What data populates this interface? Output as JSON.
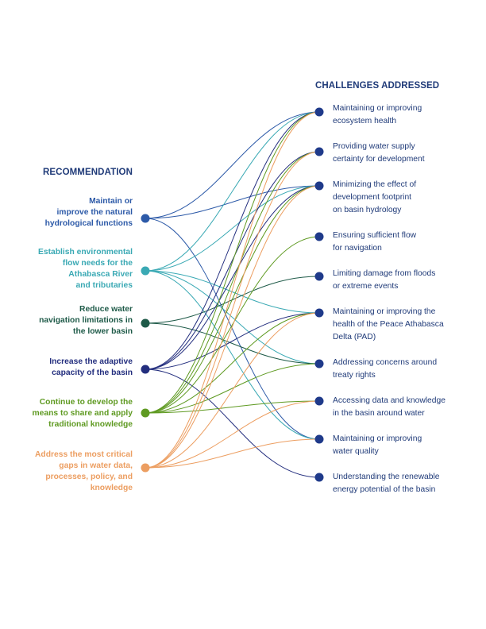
{
  "headers": {
    "recommendation": "RECOMMENDATION",
    "challenges": "CHALLENGES ADDRESSED"
  },
  "recommendations": [
    {
      "label": "Maintain or\nimprove the natural\nhydrological functions",
      "color": "#2d5aa8"
    },
    {
      "label": "Establish environmental\nflow needs for the\nAthabasca River\nand tributaries",
      "color": "#3aa9b4"
    },
    {
      "label": "Reduce water\nnavigation limitations in\nthe lower basin",
      "color": "#1e5a48"
    },
    {
      "label": "Increase the adaptive\ncapacity of the basin",
      "color": "#232e7e"
    },
    {
      "label": "Continue to develop the\nmeans to share and apply\ntraditional knowledge",
      "color": "#5f9a22"
    },
    {
      "label": "Address the most critical\ngaps in water data,\nprocesses, policy, and\nknowledge",
      "color": "#ec9e61"
    }
  ],
  "challenges": [
    {
      "label": "Maintaining or improving\necosystem health"
    },
    {
      "label": "Providing water supply\ncertainty for development"
    },
    {
      "label": "Minimizing the effect of\ndevelopment footprint\non basin hydrology"
    },
    {
      "label": "Ensuring sufficient flow\nfor navigation"
    },
    {
      "label": "Limiting damage from floods\nor extreme events"
    },
    {
      "label": "Maintaining or improving the\nhealth of the Peace Athabasca\nDelta (PAD)"
    },
    {
      "label": "Addressing concerns around\ntreaty rights"
    },
    {
      "label": "Accessing data and knowledge\nin the basin around water"
    },
    {
      "label": "Maintaining or improving\nwater quality"
    },
    {
      "label": "Understanding the renewable\nenergy potential of the basin"
    }
  ],
  "challenge_node_color": "#1f3a8a",
  "connections": [
    {
      "from": 0,
      "to": [
        0,
        2,
        8
      ]
    },
    {
      "from": 1,
      "to": [
        0,
        2,
        5,
        6,
        8
      ]
    },
    {
      "from": 2,
      "to": [
        4,
        6
      ]
    },
    {
      "from": 3,
      "to": [
        0,
        1,
        2,
        5,
        9
      ]
    },
    {
      "from": 4,
      "to": [
        0,
        1,
        2,
        3,
        5,
        6,
        7
      ]
    },
    {
      "from": 5,
      "to": [
        0,
        1,
        2,
        5,
        7,
        8
      ]
    }
  ]
}
